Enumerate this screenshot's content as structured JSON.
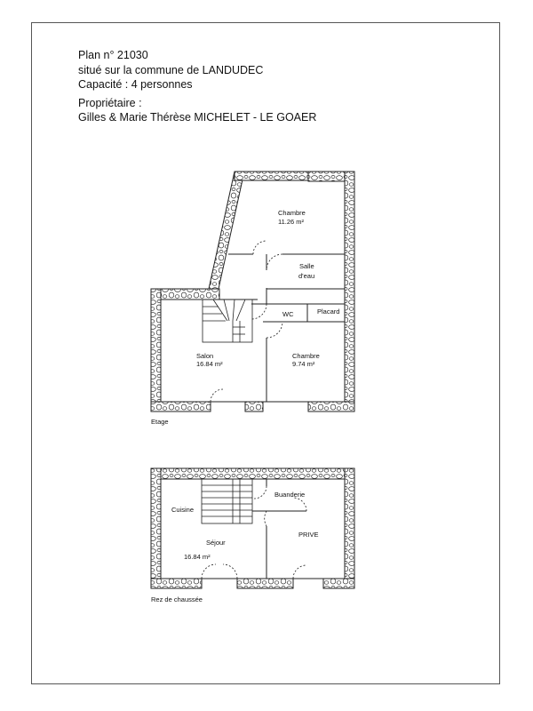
{
  "header": {
    "plan_no": "Plan n° 21030",
    "commune": "situé sur la commune de LANDUDEC",
    "capacity": "Capacité : 4 personnes",
    "owner_title": "Propriétaire :",
    "owner_names": "Gilles & Marie Thérèse MICHELET - LE GOAER"
  },
  "floors": {
    "upper": {
      "label": "Etage",
      "rooms": {
        "chambre1": {
          "name": "Chambre",
          "area": "11.26 m²"
        },
        "salle_eau": {
          "name": "Salle",
          "name2": "d'eau"
        },
        "wc": {
          "name": "WC"
        },
        "placard": {
          "name": "Placard"
        },
        "salon": {
          "name": "Salon",
          "area": "16.84 m²"
        },
        "chambre2": {
          "name": "Chambre",
          "area": "9.74 m²"
        }
      }
    },
    "ground": {
      "label": "Rez de chaussée",
      "rooms": {
        "cuisine": {
          "name": "Cuisine"
        },
        "buanderie": {
          "name": "Buanderie"
        },
        "sejour": {
          "name": "Séjour",
          "area": "16.84 m²"
        },
        "prive": {
          "name": "PRIVE"
        }
      }
    }
  }
}
